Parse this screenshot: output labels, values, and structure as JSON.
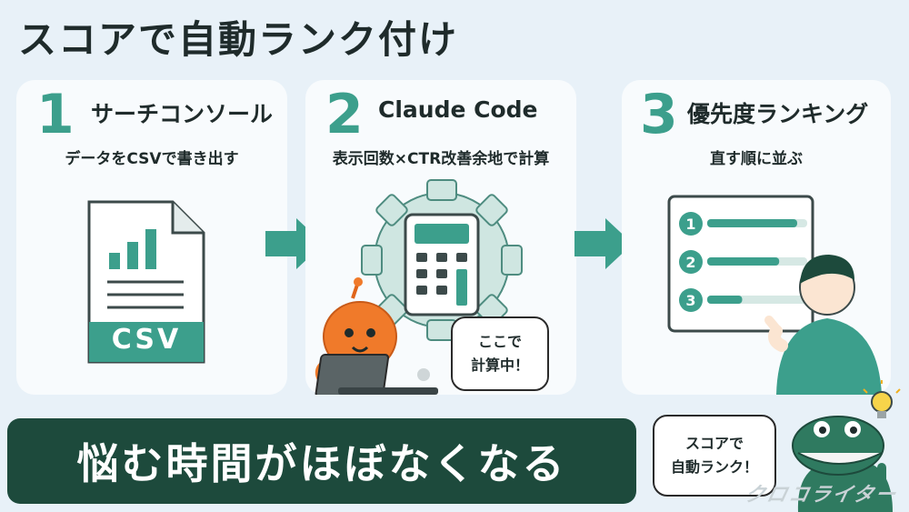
{
  "title": "スコアで自動ランク付け",
  "steps": [
    {
      "number": "1",
      "title": "サーチコンソール",
      "desc": "データをCSVで書き出す"
    },
    {
      "number": "2",
      "title": "Claude Code",
      "desc": "表示回数×CTR改善余地で計算"
    },
    {
      "number": "3",
      "title": "優先度ランキング",
      "desc": "直す順に並ぶ"
    }
  ],
  "csv_label": "CSV",
  "calc_bubble": {
    "line1": "ここで",
    "line2": "計算中！"
  },
  "ranking": [
    {
      "rank": "1",
      "level": 0.9
    },
    {
      "rank": "2",
      "level": 0.72
    },
    {
      "rank": "3",
      "level": 0.35
    }
  ],
  "banner": "悩む時間がほぼなくなる",
  "mascot_bubble": {
    "line1": "スコアで",
    "line2": "自動ランク！"
  },
  "watermark": "クロコライター",
  "colors": {
    "accent": "#3c9f8c",
    "dark": "#1d4a3c",
    "orange": "#f07a2a"
  }
}
